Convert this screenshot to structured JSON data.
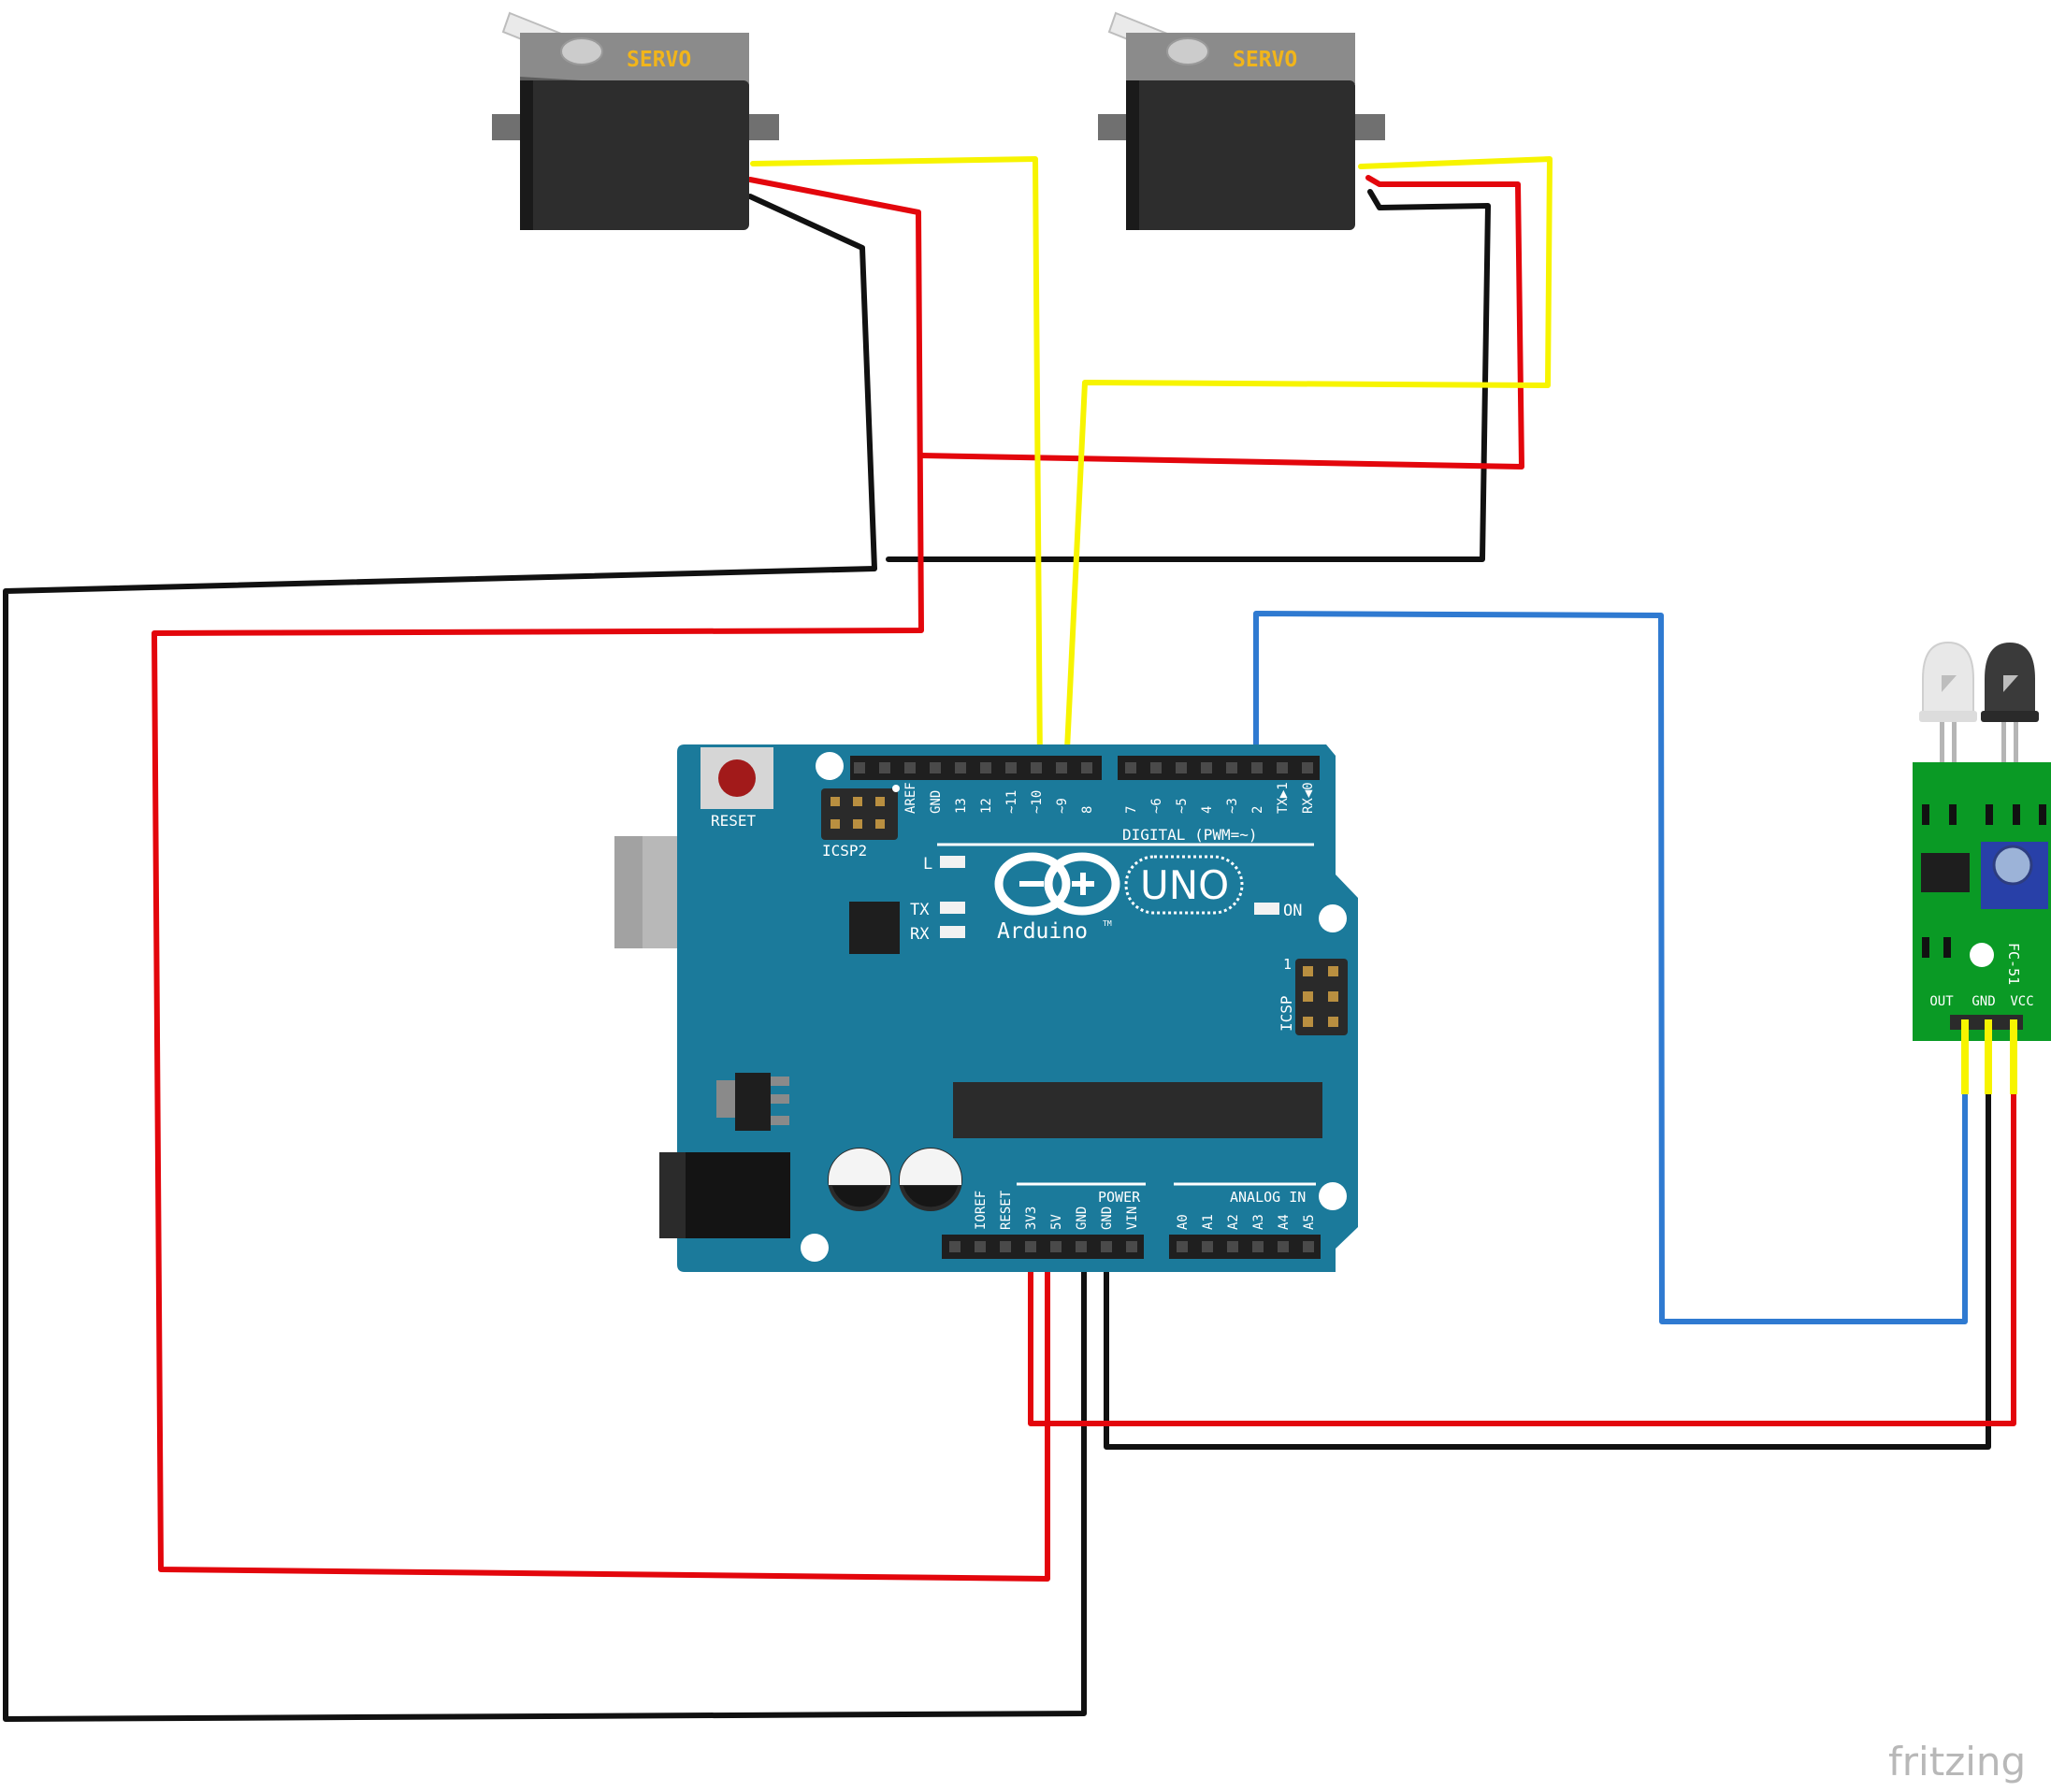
{
  "servo_left": {
    "label": "SERVO"
  },
  "servo_right": {
    "label": "SERVO"
  },
  "arduino": {
    "reset_label": "RESET",
    "icsp2_label": "ICSP2",
    "icsp_label": "ICSP",
    "icsp_pin1": "1",
    "digital_label": "DIGITAL (PWM=~)",
    "brand": "Arduino",
    "trademark": "TM",
    "model": "UNO",
    "led_l": "L",
    "led_tx": "TX",
    "led_rx": "RX",
    "led_on": "ON",
    "power_label": "POWER",
    "analog_label": "ANALOG IN",
    "digital_pins": [
      "AREF",
      "GND",
      "13",
      "12",
      "~11",
      "~10",
      "~9",
      "8",
      "7",
      "~6",
      "~5",
      "4",
      "~3",
      "2",
      "TX▶1",
      "RX◀0"
    ],
    "power_pins": [
      "IOREF",
      "RESET",
      "3V3",
      "5V",
      "GND",
      "GND",
      "VIN"
    ],
    "analog_pins": [
      "A0",
      "A1",
      "A2",
      "A3",
      "A4",
      "A5"
    ]
  },
  "ir_sensor": {
    "model": "FC-51",
    "pins": [
      "OUT",
      "GND",
      "VCC"
    ]
  },
  "watermark": "fritzing",
  "colors": {
    "board": "#1b7a9b",
    "wire_yellow": "#f7f400",
    "wire_red": "#e3060c",
    "wire_black": "#111111",
    "wire_blue": "#2f7ad1",
    "servo_body": "#2d2d2d",
    "servo_top": "#8b8b8b",
    "servo_label": "#f1b51b",
    "sensor_board": "#0a9a25"
  }
}
